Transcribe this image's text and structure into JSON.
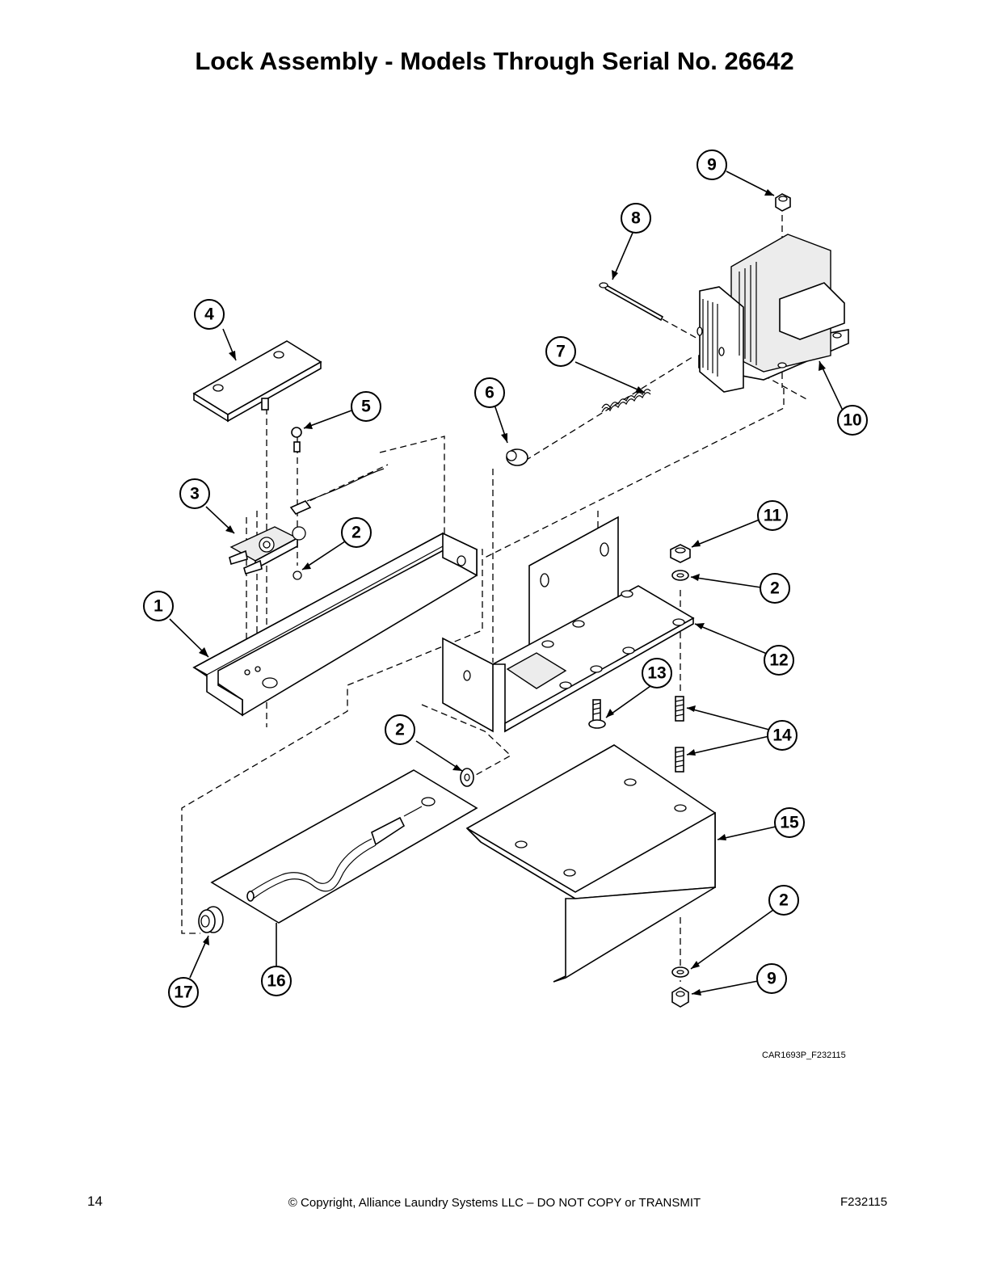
{
  "title": "Lock Assembly - Models Through Serial No. 26642",
  "drawing_code": "CAR1693P_F232115",
  "footer": {
    "page_number": "14",
    "copyright": "© Copyright, Alliance Laundry Systems LLC – DO NOT COPY or TRANSMIT",
    "doc_id": "F232115"
  },
  "callouts": {
    "c1": "1",
    "c2a": "2",
    "c2b": "2",
    "c2c": "2",
    "c2d": "2",
    "c3": "3",
    "c4": "4",
    "c5": "5",
    "c6": "6",
    "c7": "7",
    "c8": "8",
    "c9a": "9",
    "c9b": "9",
    "c10": "10",
    "c11": "11",
    "c12": "12",
    "c13": "13",
    "c14": "14",
    "c15": "15",
    "c16": "16",
    "c17": "17"
  }
}
